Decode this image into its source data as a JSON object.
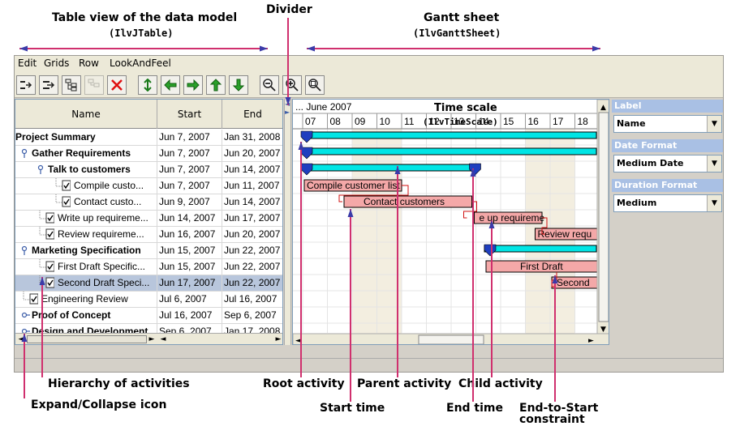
{
  "callouts": {
    "table_view_title": "Table view of the data model",
    "table_view_class": "(IlvJTable)",
    "divider": "Divider",
    "gantt_sheet_title": "Gantt sheet",
    "gantt_sheet_class": "(IlvGanttSheet)",
    "time_scale_title": "Time scale",
    "time_scale_class": "(IlvTimeScale)",
    "hierarchy": "Hierarchy of activities",
    "expand_collapse": "Expand/Collapse icon",
    "root_activity": "Root activity",
    "start_time": "Start time",
    "parent_activity": "Parent activity",
    "end_time": "End time",
    "child_activity": "Child activity",
    "end_to_start_1": "End-to-Start",
    "end_to_start_2": "constraint"
  },
  "menu": [
    "Edit",
    "Grids",
    "Row",
    "LookAndFeel"
  ],
  "toolbar_icons": [
    "insert-child-icon",
    "insert-sibling-icon",
    "indent-tree-icon",
    "outdent-tree-icon",
    "delete-icon",
    "add-row-icon",
    "left-arrow-icon",
    "right-arrow-icon",
    "up-arrow-icon",
    "down-arrow-icon",
    "zoom-out-icon",
    "zoom-in-icon",
    "zoom-fit-icon"
  ],
  "table": {
    "headers": [
      "Name",
      "Start",
      "End"
    ],
    "rows": [
      {
        "name": "Project Summary",
        "start": "Jun 7, 2007",
        "end": "Jan 31, 2008",
        "level": 0,
        "bold": true,
        "kind": "root"
      },
      {
        "name": "Gather Requirements",
        "start": "Jun 7, 2007",
        "end": "Jun 20, 2007",
        "level": 1,
        "bold": true,
        "kind": "parent"
      },
      {
        "name": "Talk to customers",
        "start": "Jun 7, 2007",
        "end": "Jun 14, 2007",
        "level": 2,
        "bold": true,
        "kind": "parent"
      },
      {
        "name": "Compile custo...",
        "start": "Jun 7, 2007",
        "end": "Jun 11, 2007",
        "level": 3,
        "bold": false,
        "kind": "leaf"
      },
      {
        "name": "Contact custo...",
        "start": "Jun 9, 2007",
        "end": "Jun 14, 2007",
        "level": 3,
        "bold": false,
        "kind": "leaf"
      },
      {
        "name": "Write up requireme...",
        "start": "Jun 14, 2007",
        "end": "Jun 17, 2007",
        "level": 2,
        "bold": false,
        "kind": "leaf"
      },
      {
        "name": "Review requireme...",
        "start": "Jun 16, 2007",
        "end": "Jun 20, 2007",
        "level": 2,
        "bold": false,
        "kind": "leaf"
      },
      {
        "name": "Marketing Specification",
        "start": "Jun 15, 2007",
        "end": "Jun 22, 2007",
        "level": 1,
        "bold": true,
        "kind": "parent"
      },
      {
        "name": "First Draft Specific...",
        "start": "Jun 15, 2007",
        "end": "Jun 22, 2007",
        "level": 2,
        "bold": false,
        "kind": "leaf"
      },
      {
        "name": "Second Draft Speci...",
        "start": "Jun 17, 2007",
        "end": "Jun 22, 2007",
        "level": 2,
        "bold": false,
        "kind": "leaf",
        "selected": true
      },
      {
        "name": "Engineering Review",
        "start": "Jul 6, 2007",
        "end": "Jul 16, 2007",
        "level": 1,
        "bold": false,
        "kind": "leaf"
      },
      {
        "name": "Proof of Concept",
        "start": "Jul 16, 2007",
        "end": "Sep 6, 2007",
        "level": 1,
        "bold": true,
        "kind": "collapsed"
      },
      {
        "name": "Design and Development",
        "start": "Sep 6, 2007",
        "end": "Jan 17, 2008",
        "level": 1,
        "bold": true,
        "kind": "collapsed"
      }
    ]
  },
  "timescale": {
    "month_label": "... June 2007",
    "days": [
      "07",
      "08",
      "09",
      "10",
      "11",
      "12",
      "13",
      "14",
      "15",
      "16",
      "17",
      "18"
    ]
  },
  "gantt_labels": {
    "compile": "Compile customer list",
    "contact": "Contact customers",
    "writeup": "e up requireme",
    "review": "Review requ",
    "first_draft": "First Draft",
    "second_draft": "Second"
  },
  "side_panel": {
    "label_title": "Label",
    "label_value": "Name",
    "date_format_title": "Date Format",
    "date_format_value": "Medium Date",
    "duration_format_title": "Duration Format",
    "duration_format_value": "Medium"
  },
  "colors": {
    "arrow": "#d0306e",
    "arrow_head": "#3b3ba8",
    "summary_bar": "#00e5e5",
    "activity_bar": "#f4a8a8",
    "milestone": "#1f3fbf",
    "weekend": "#f3eee0",
    "constraint": "#d01010"
  }
}
